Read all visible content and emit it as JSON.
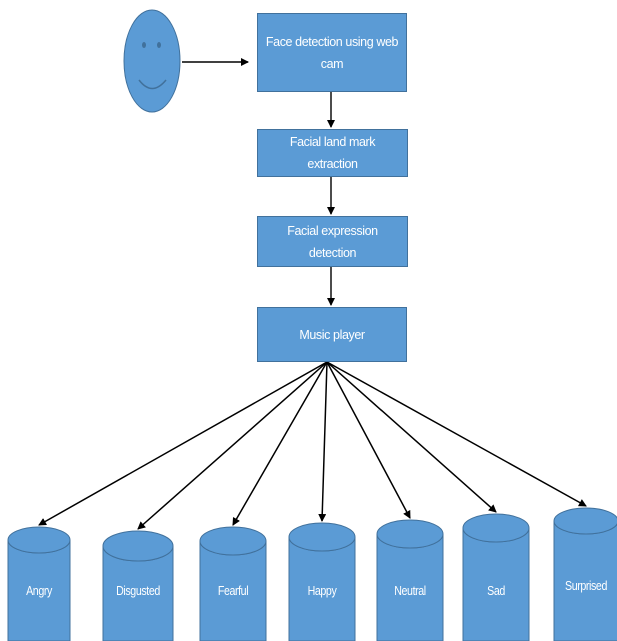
{
  "diagram": {
    "steps": [
      "Face detection using web cam",
      "Facial land mark extraction",
      "Facial expression detection",
      "Music player"
    ],
    "emotions": [
      "Angry",
      "Disgusted",
      "Fearful",
      "Happy",
      "Neutral",
      "Sad",
      "Surprised"
    ]
  },
  "colors": {
    "fill": "#5B9BD5",
    "stroke": "#41719C",
    "arrow": "#000000",
    "text": "#ffffff"
  },
  "icons": {
    "face": "smiley-face-icon"
  }
}
